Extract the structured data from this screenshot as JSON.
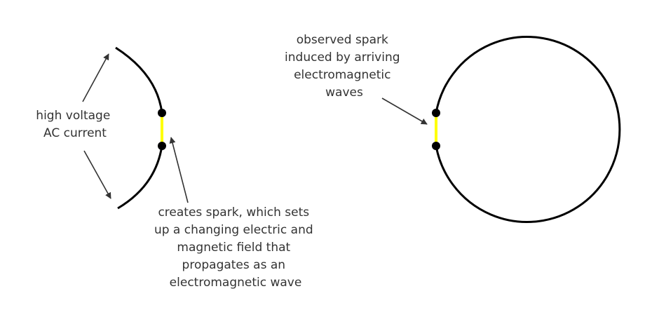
{
  "transmitter": {
    "current_label": [
      "high voltage",
      "AC current"
    ],
    "spark_label": [
      "creates spark, which sets",
      "up a changing electric and",
      "magnetic field that",
      "propagates as an",
      "electromagnetic wave"
    ]
  },
  "receiver": {
    "spark_label": [
      "observed spark",
      "induced by arriving",
      "electromagnetic",
      "waves"
    ]
  },
  "colors": {
    "wire": "#000000",
    "spark": "#ffff00",
    "arrow": "#333333",
    "text": "#333333"
  }
}
